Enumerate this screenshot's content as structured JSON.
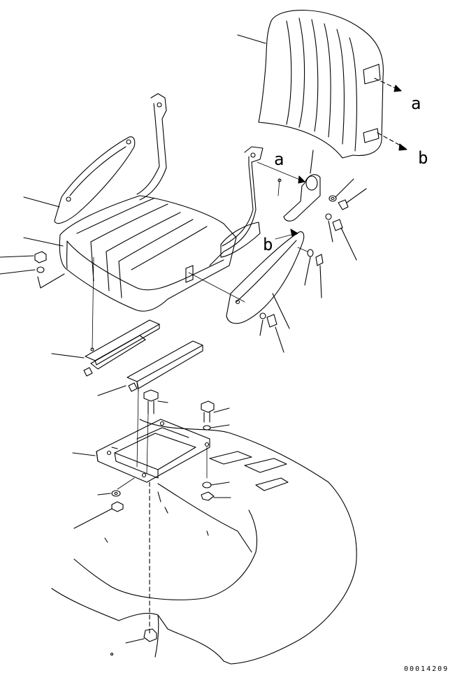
{
  "callouts": {
    "arrow_a_upper": "a",
    "arrow_b_upper": "b",
    "arrow_a_lower": "a",
    "arrow_b_lower": "b"
  },
  "drawing_code": "00014209"
}
